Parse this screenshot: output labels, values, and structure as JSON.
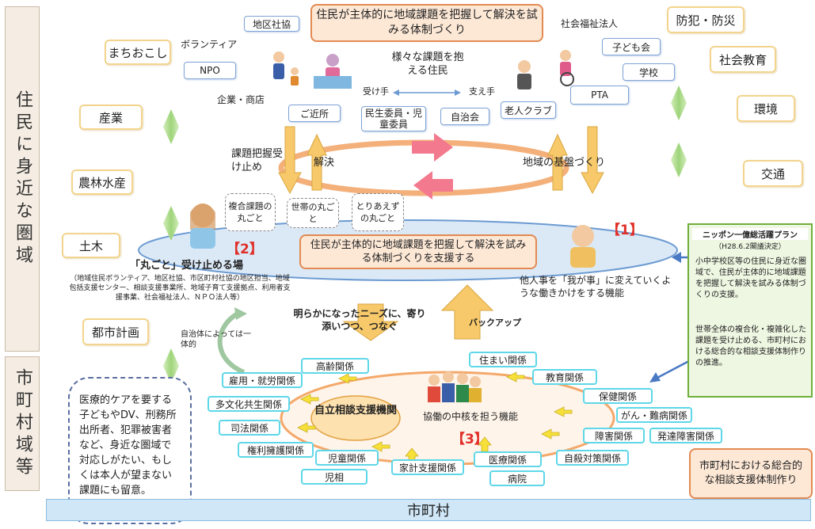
{
  "left_band": {
    "residential_area": "住民に身近な圏域",
    "municipal_area": "市町村域等"
  },
  "top_box": "住民が主体的に地域課題を把握して解決を試みる体制づくり",
  "fields": {
    "left": [
      "まちおこし",
      "産業",
      "農林水産",
      "土木",
      "都市計画"
    ],
    "right": [
      "防犯・防災",
      "社会教育",
      "環境",
      "交通"
    ]
  },
  "community": {
    "chiku_shakyo": "地区社協",
    "volunteer": "ボランティア",
    "npo": "NPO",
    "company": "企業・商店",
    "neighbors": "ご近所",
    "minsei": "民生委員・児童委員",
    "jichikai": "自治会",
    "roujin_club": "老人クラブ",
    "shakai_fukushi_houjin": "社会福祉法人",
    "kodomokai": "子ども会",
    "gakkou": "学校",
    "pta": "PTA",
    "various_issues": "様々な課題を抱える住民",
    "receiver": "受け手",
    "supporter": "支え手"
  },
  "cycle": {
    "grasp": "課題把握受け止め",
    "solve": "解決",
    "foundation": "地域の基盤づくり"
  },
  "issue_bubbles": [
    "複合課題の丸ごと",
    "世帯の丸ごと",
    "とりあえずの丸ごと"
  ],
  "support_ellipse": "住民が主体的に地域課題を把握して解決を試みる体制づくりを支援する",
  "labels": {
    "num1": "【1】",
    "num2": "【2】",
    "num3": "【3】"
  },
  "marugoto": {
    "title": "「丸ごと」受け止める場",
    "detail": "（地域住民ボランティア、地区社協、市区町村社協の地区担当、地域包括支援センター、相談支援事業所、地域子育て支援拠点、利用者支援事業、社会福祉法人、ＮＰＯ法人等）"
  },
  "tanin_goto": "他人事を「我が事」に変えていくような働きかけをする機能",
  "needs": "明らかになったニーズに、寄り添いつつ、つなぐ",
  "backup": "バックアップ",
  "jichitai_note": "自治体によっては一体的",
  "plan": {
    "title": "ニッポン一億総活躍プラン",
    "date": "（H28.6.2閣議決定）",
    "text1": "小中学校区等の住民に身近な圏域で、住民が主体的に地域課題を把握して解決を試みる体制づくりの支援。",
    "text2": "世帯全体の複合化・複雑化した課題を受け止める、市町村における総合的な相談支援体制作りの推進。"
  },
  "core": {
    "center": "自立相談支援機関",
    "function": "協働の中核を担う機能",
    "relations": [
      "高齢関係",
      "雇用・就労関係",
      "多文化共生関係",
      "司法関係",
      "権利擁護関係",
      "児童関係",
      "児相",
      "家計支援関係",
      "医療関係",
      "病院",
      "自殺対策関係",
      "発達障害関係",
      "障害関係",
      "がん・難病関係",
      "保健関係",
      "教育関係",
      "住まい関係"
    ]
  },
  "medical_note": "医療的ケアを要する子どもやDV、刑務所出所者、犯罪被害者など、身近な圏域で対応しがたい、もしくは本人が望まない課題にも留意。",
  "municipal_box": "市町村における総合的な相談支援体制作り",
  "bottom_bar": "市町村",
  "colors": {
    "orange": "#e28a52",
    "peach": "#fde8d6",
    "blue_ellipse": "#dbe9f7",
    "green": "#92d050",
    "cyan": "#5ed7e8",
    "red": "#e0302a",
    "bar": "#cfe7f7"
  }
}
